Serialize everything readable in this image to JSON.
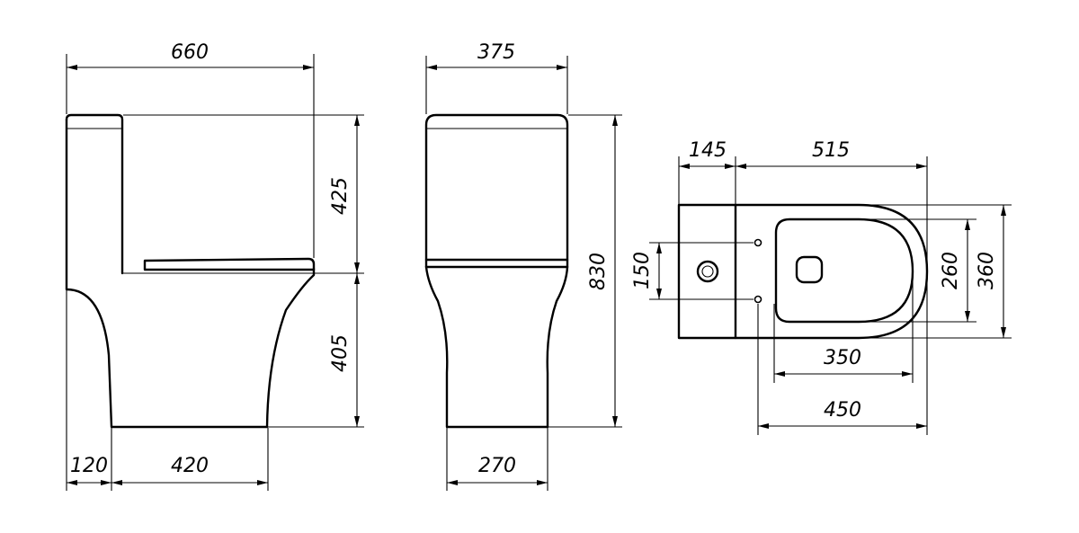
{
  "side_view": {
    "overall_length": "660",
    "tank_height": "425",
    "bowl_height": "405",
    "rear_offset": "120",
    "base_length": "420"
  },
  "front_view": {
    "overall_width": "375",
    "total_height": "830",
    "base_width": "270"
  },
  "top_view": {
    "tank_depth": "145",
    "bowl_length": "515",
    "fixing_spacing": "150",
    "seat_inner_width": "260",
    "overall_width": "360",
    "fixing_to_front": "350",
    "outlet_to_front": "450"
  },
  "colors": {
    "line": "#000000",
    "background": "#ffffff"
  }
}
